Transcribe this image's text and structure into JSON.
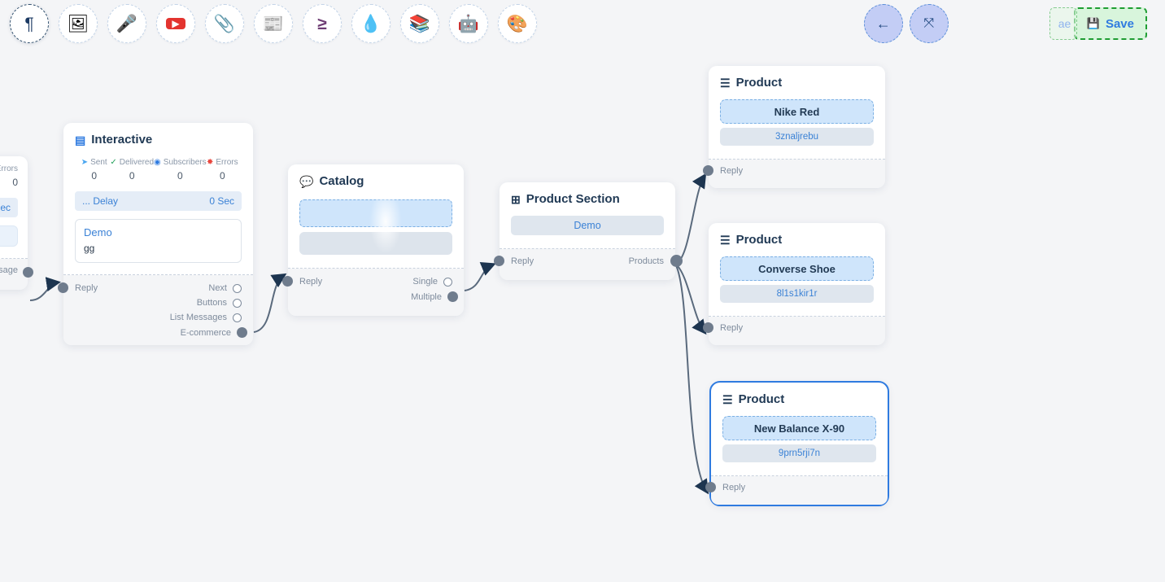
{
  "toolbar": {
    "items": [
      {
        "name": "paragraph-text-icon",
        "glyph": "¶",
        "color": "#1c3a63",
        "selected": true,
        "label": "Text"
      },
      {
        "name": "image-icon",
        "glyph": "🖼",
        "color": "#7a2ff0",
        "selected": false,
        "label": "Image"
      },
      {
        "name": "microphone-icon",
        "glyph": "🎤",
        "color": "#f5b300",
        "selected": false,
        "label": "Audio"
      },
      {
        "name": "video-icon",
        "glyph": "▶",
        "color": "#e3342f",
        "selected": false,
        "label": "Video"
      },
      {
        "name": "attachment-icon",
        "glyph": "📎",
        "color": "#1aa24a",
        "selected": false,
        "label": "Document"
      },
      {
        "name": "card-icon",
        "glyph": "📰",
        "color": "#fa7a72",
        "selected": false,
        "label": "Card"
      },
      {
        "name": "condition-icon",
        "glyph": "≥",
        "color": "#6d3c73",
        "selected": false,
        "label": "Condition"
      },
      {
        "name": "drop-icon",
        "glyph": "💧",
        "color": "#c2113b",
        "selected": false,
        "label": "Trigger"
      },
      {
        "name": "list-icon",
        "glyph": "📚",
        "color": "#2ecc1f",
        "selected": false,
        "label": "List"
      },
      {
        "name": "bot-icon",
        "glyph": "🤖",
        "color": "#1726e8",
        "selected": false,
        "label": "Bot"
      },
      {
        "name": "palette-icon",
        "glyph": "🎨",
        "color": "#22dd22",
        "selected": false,
        "label": "Theme"
      }
    ]
  },
  "top_right": {
    "back_icon": "←",
    "fit_icon": "⤧",
    "hidden_button_label": "ae",
    "save_icon": "💾",
    "save_label": "Save"
  },
  "nodes": {
    "offscreen_left": {
      "errors_label": "Errors",
      "errors_value": "0",
      "delay_value": "Sec",
      "port_label": "essage"
    },
    "interactive": {
      "icon": "▤",
      "title": "Interactive",
      "stats": [
        {
          "icon": "➤",
          "icon_color": "#49a5f0",
          "label": "Sent",
          "value": "0"
        },
        {
          "icon": "✓",
          "icon_color": "#22a05a",
          "label": "Delivered",
          "value": "0"
        },
        {
          "icon": "◉",
          "icon_color": "#2f7be0",
          "label": "Subscribers",
          "value": "0"
        },
        {
          "icon": "✸",
          "icon_color": "#e8453c",
          "label": "Errors",
          "value": "0"
        }
      ],
      "delay_label": "... Delay",
      "delay_value": "0 Sec",
      "message_title": "Demo",
      "message_text": "gg",
      "in_port": "Reply",
      "out_ports": [
        {
          "label": "Next",
          "filled": false
        },
        {
          "label": "Buttons",
          "filled": false
        },
        {
          "label": "List Messages",
          "filled": false
        },
        {
          "label": "E-commerce",
          "filled": true
        }
      ]
    },
    "catalog": {
      "icon": "💬",
      "title": "Catalog",
      "in_port": "Reply",
      "out_ports": [
        {
          "label": "Single",
          "filled": false
        },
        {
          "label": "Multiple",
          "filled": true
        }
      ]
    },
    "product_section": {
      "icon": "⊞",
      "title": "Product Section",
      "demo_label": "Demo",
      "in_port": "Reply",
      "out_port": "Products"
    },
    "products": [
      {
        "icon": "☰",
        "title": "Product",
        "name": "Nike Red",
        "product_id": "3znaljrebu",
        "in_port": "Reply",
        "selected": false
      },
      {
        "icon": "☰",
        "title": "Product",
        "name": "Converse Shoe",
        "product_id": "8l1s1kir1r",
        "in_port": "Reply",
        "selected": false
      },
      {
        "icon": "☰",
        "title": "Product",
        "name": "New Balance X-90",
        "product_id": "9prn5rji7n",
        "in_port": "Reply",
        "selected": true
      }
    ]
  },
  "colors": {
    "canvas": "#f4f5f7",
    "accent": "#2f7be0",
    "edge": "#5a6a7d",
    "save_bg": "#d8f5dc",
    "save_border": "#1f9e33",
    "selected_node": "#2f7be0"
  }
}
